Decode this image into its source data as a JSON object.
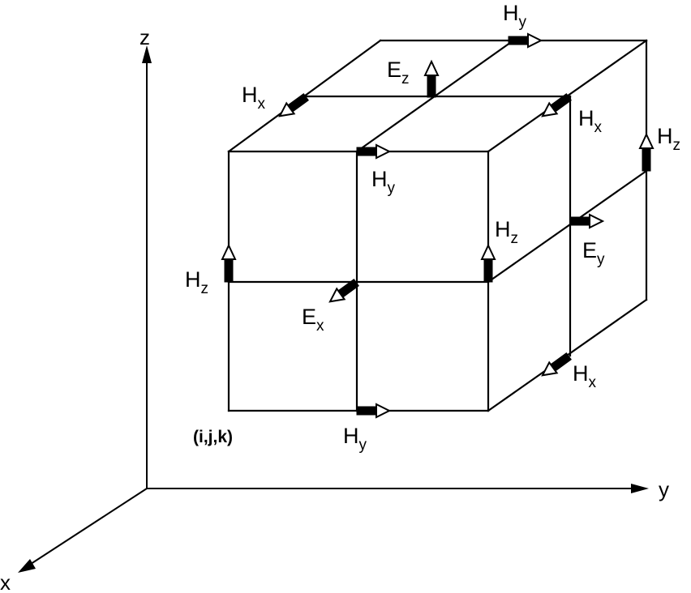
{
  "axes": {
    "x": "x",
    "y": "y",
    "z": "z"
  },
  "origin_label": "(i,j,k)",
  "fields": [
    {
      "id": "hy-top",
      "letter": "H",
      "sub": "y",
      "direction": "y"
    },
    {
      "id": "ez-top",
      "letter": "E",
      "sub": "z",
      "direction": "z"
    },
    {
      "id": "hx-top-left",
      "letter": "H",
      "sub": "x",
      "direction": "x"
    },
    {
      "id": "hx-top-right",
      "letter": "H",
      "sub": "x",
      "direction": "x"
    },
    {
      "id": "hy-front-top",
      "letter": "H",
      "sub": "y",
      "direction": "y"
    },
    {
      "id": "hz-right-top",
      "letter": "H",
      "sub": "z",
      "direction": "z"
    },
    {
      "id": "hz-front-right",
      "letter": "H",
      "sub": "z",
      "direction": "z"
    },
    {
      "id": "ey-right",
      "letter": "E",
      "sub": "y",
      "direction": "y"
    },
    {
      "id": "hz-front-left",
      "letter": "H",
      "sub": "z",
      "direction": "z"
    },
    {
      "id": "ex-center",
      "letter": "E",
      "sub": "x",
      "direction": "x"
    },
    {
      "id": "hx-bottom-right",
      "letter": "H",
      "sub": "x",
      "direction": "x"
    },
    {
      "id": "hy-bottom",
      "letter": "H",
      "sub": "y",
      "direction": "y"
    }
  ],
  "colors": {
    "line": "#000000",
    "background": "#ffffff",
    "arrow_head_fill": "#ffffff"
  }
}
